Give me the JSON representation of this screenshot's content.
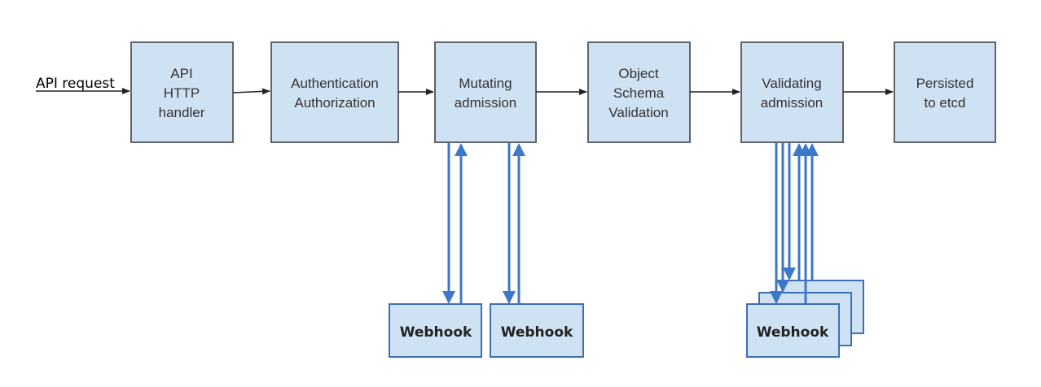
{
  "input_label": "API request",
  "stages": [
    {
      "lines": [
        "API",
        "HTTP",
        "handler"
      ]
    },
    {
      "lines": [
        "Authentication",
        "Authorization"
      ]
    },
    {
      "lines": [
        "Mutating",
        "admission"
      ]
    },
    {
      "lines": [
        "Object",
        "Schema",
        "Validation"
      ]
    },
    {
      "lines": [
        "Validating",
        "admission"
      ]
    },
    {
      "lines": [
        "Persisted",
        "to etcd"
      ]
    }
  ],
  "webhook_label": "Webhook",
  "colors": {
    "box_fill": "#cfe2f3",
    "webhook_arrow": "#3d78c8",
    "webhook_border": "#3d6fb6"
  }
}
